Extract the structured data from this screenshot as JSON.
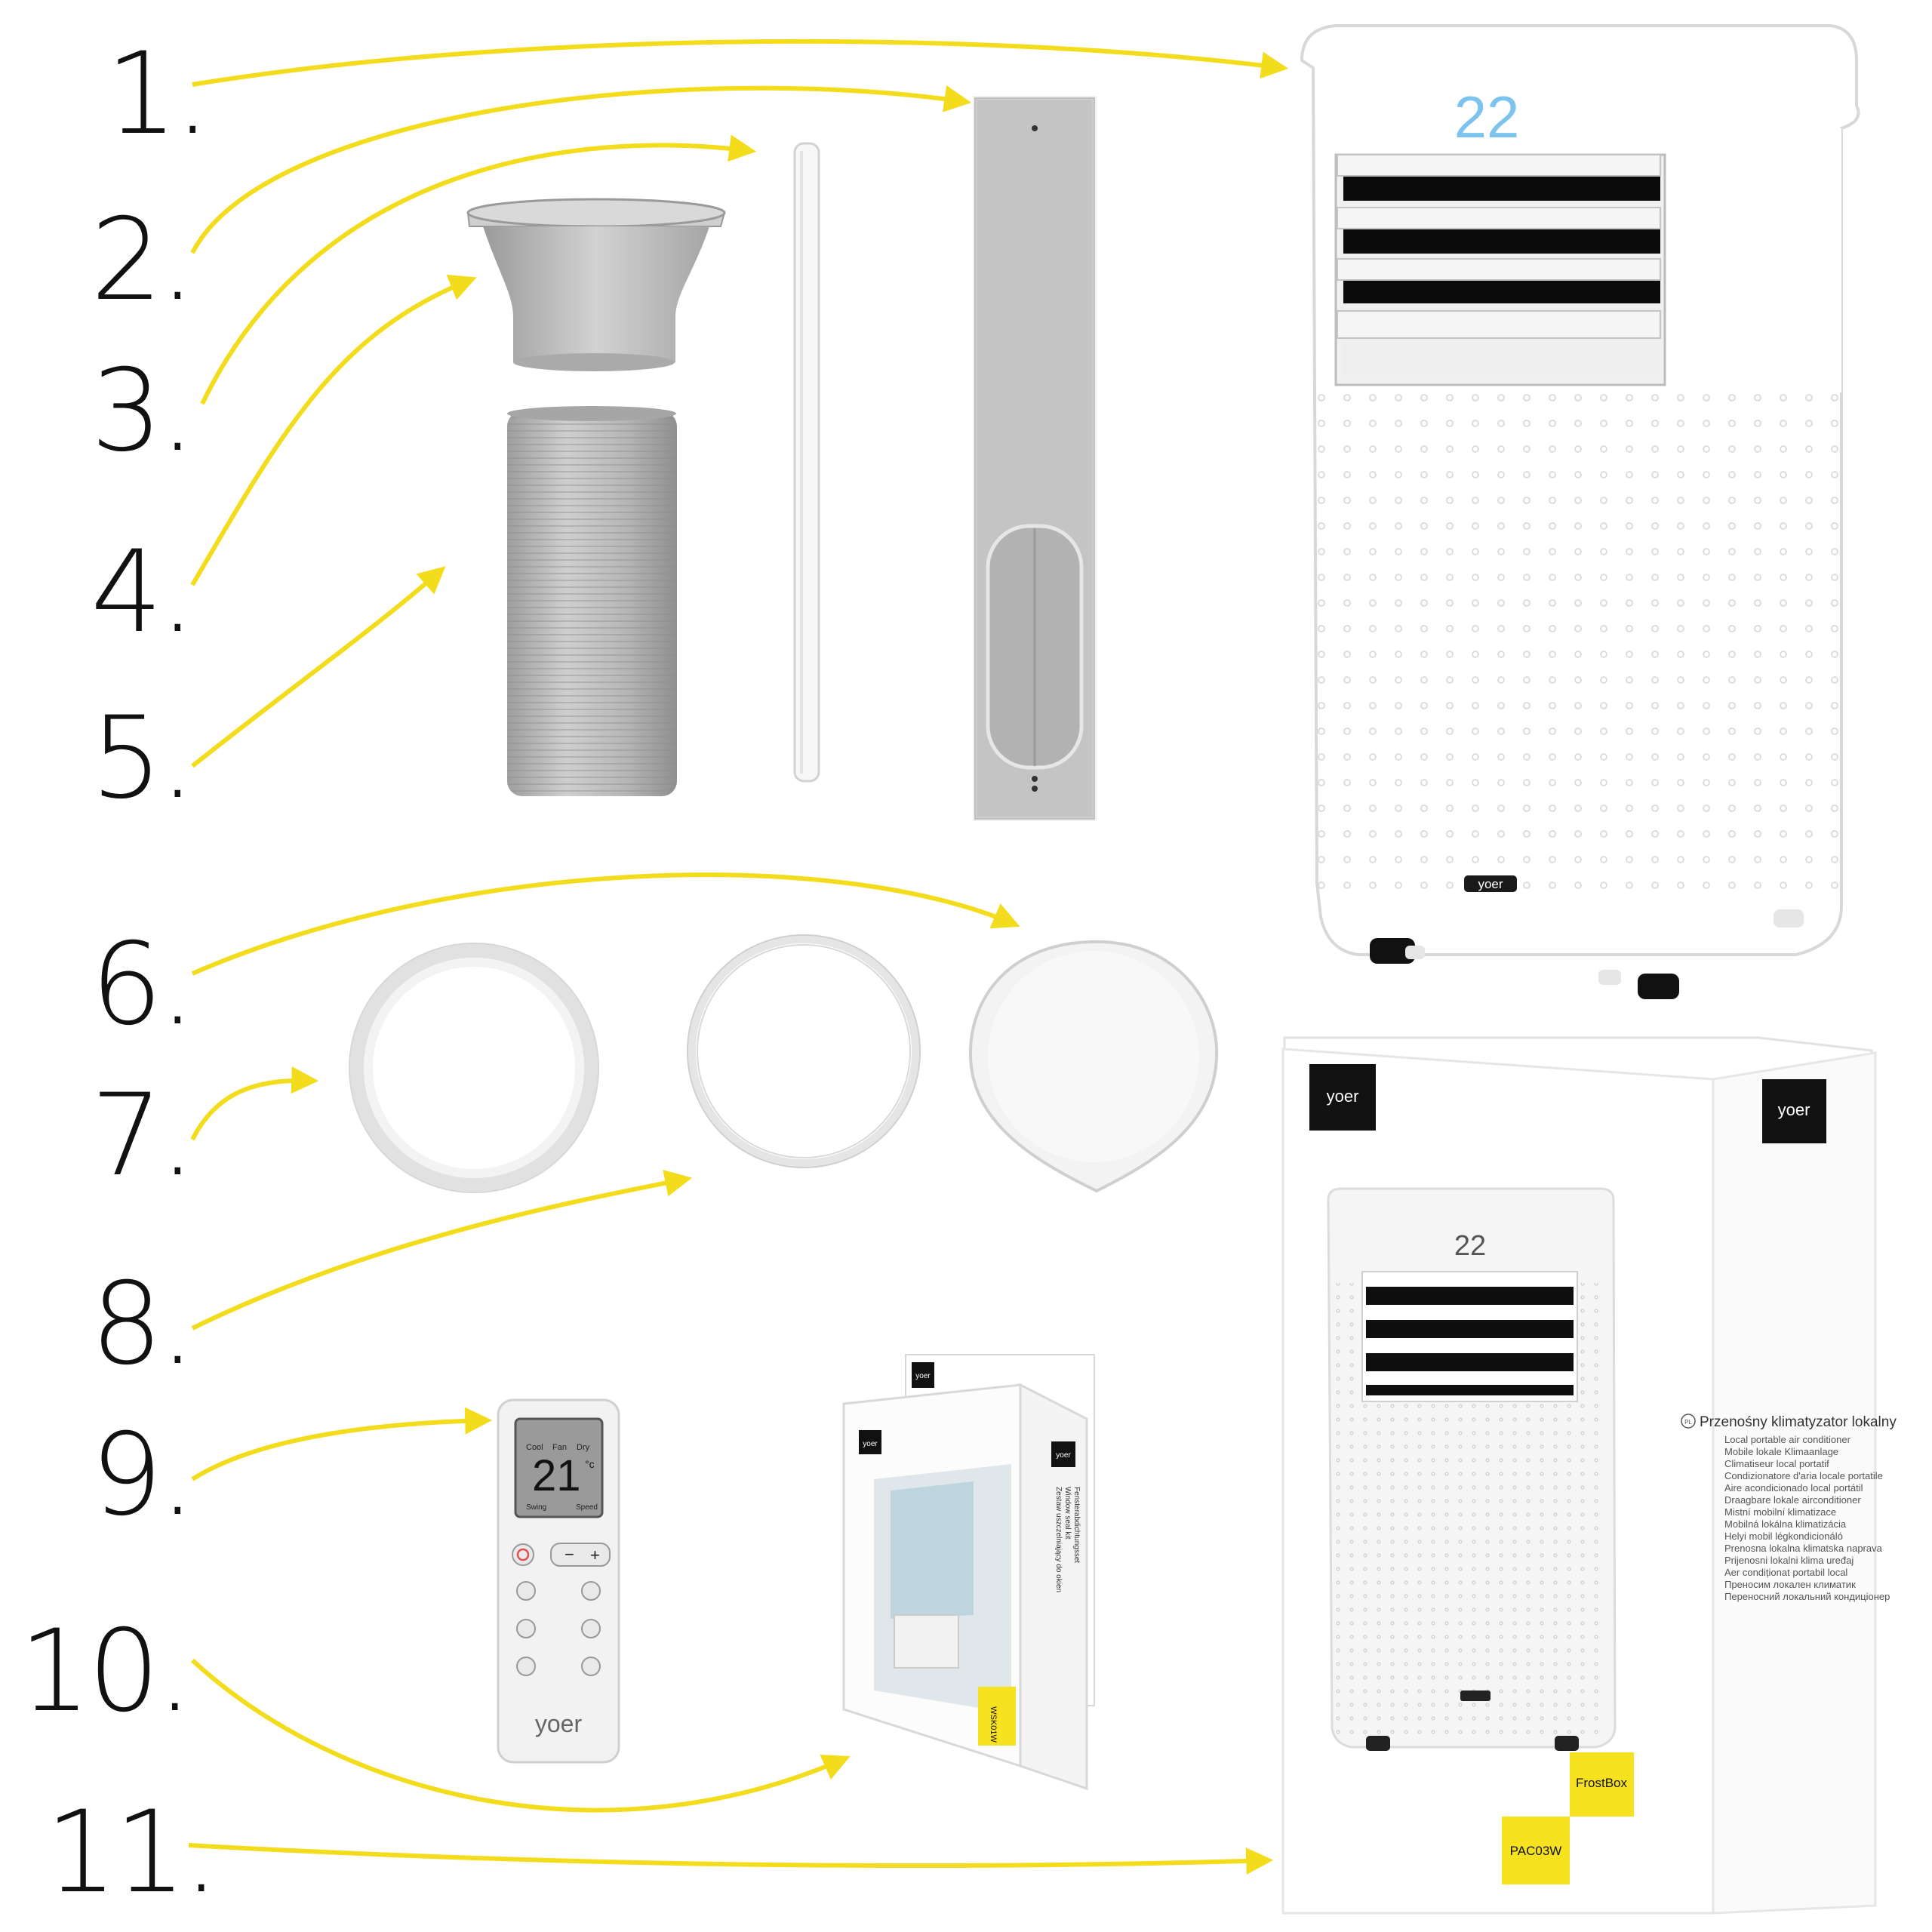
{
  "labels": [
    "1.",
    "2.",
    "3.",
    "4.",
    "5.",
    "6.",
    "7.",
    "8.",
    "9.",
    "10.",
    "11."
  ],
  "colors": {
    "arrow": "#f3dc1c",
    "unit": "#ffffff",
    "outline": "#d8d8d8",
    "hose": "#b8b8b8",
    "panel": "#c9c9c9",
    "brand_accent": "#f6e21f"
  },
  "ac_unit": {
    "display": "22",
    "brand": "yoer"
  },
  "remote": {
    "modes": [
      "Cool",
      "Fan",
      "Dry"
    ],
    "temperature": "21",
    "unit": "°c",
    "footer_left": "Swing",
    "footer_right": "Speed",
    "minus": "−",
    "plus": "+",
    "brand": "yoer"
  },
  "window_kit_box": {
    "brand": "yoer",
    "model": "WSK01W",
    "side_lines": [
      "Zestaw uszczelniający do okien",
      "Window seal kit",
      "Fensterabdichtungsset"
    ]
  },
  "product_box": {
    "brand": "yoer",
    "display": "22",
    "title": "Przenośny klimatyzator lokalny",
    "lang_code": "PL",
    "translations": [
      "Local portable air conditioner",
      "Mobile lokale Klimaanlage",
      "Climatiseur local portatif",
      "Condizionatore d'aria locale portatile",
      "Aire acondicionado local portátil",
      "Draagbare lokale airconditioner",
      "Mistní mobilní klimatizace",
      "Mobilná lokálna klimatizácia",
      "Helyi mobil légkondicionáló",
      "Prenosna lokalna klimatska naprava",
      "Prijenosni lokalni klima uređaj",
      "Aer condiționat portabil local",
      "Преносим локален климатик",
      "Переносний локальний кондиціонер"
    ],
    "series": "FrostBox",
    "model": "PAC03W"
  }
}
